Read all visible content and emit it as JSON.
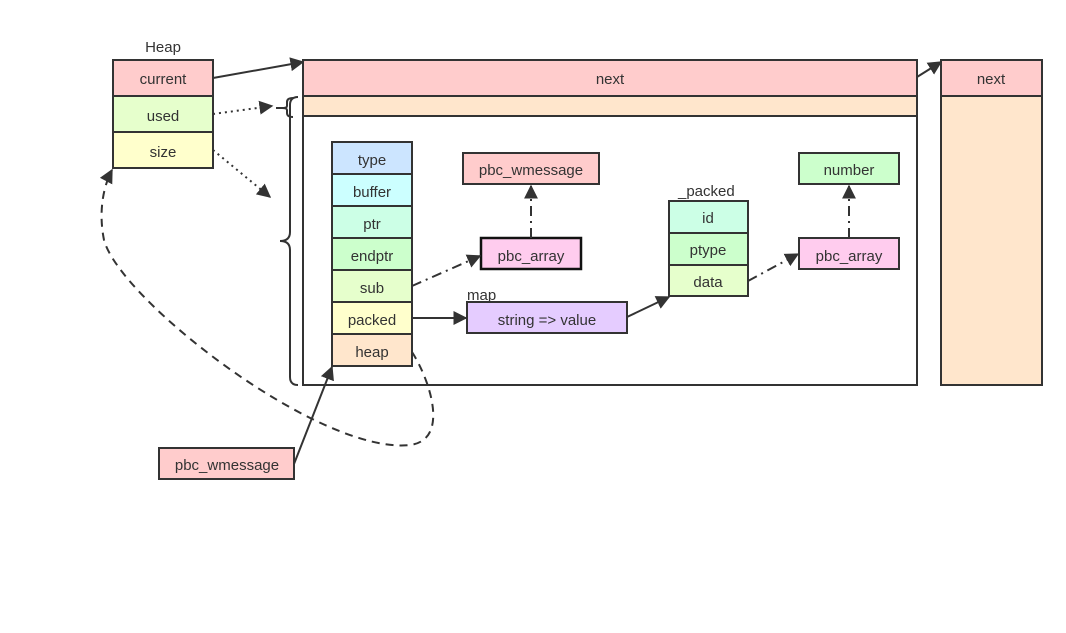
{
  "heap": {
    "title": "Heap",
    "fields": [
      {
        "label": "current",
        "color": "#ffcccc"
      },
      {
        "label": "used",
        "color": "#e6ffcc"
      },
      {
        "label": "size",
        "color": "#ffffcc"
      }
    ]
  },
  "page_block": {
    "header_label": "next",
    "header_color": "#ffcccc",
    "used_color": "#ffe6cc"
  },
  "next_block": {
    "header_label": "next",
    "header_color": "#ffcccc",
    "body_color": "#ffe6cc"
  },
  "wmessage_struct": {
    "fields": [
      {
        "label": "type",
        "color": "#cce5ff"
      },
      {
        "label": "buffer",
        "color": "#ccffff"
      },
      {
        "label": "ptr",
        "color": "#ccffe6"
      },
      {
        "label": "endptr",
        "color": "#ccffcc"
      },
      {
        "label": "sub",
        "color": "#e6ffcc"
      },
      {
        "label": "packed",
        "color": "#ffffcc"
      },
      {
        "label": "heap",
        "color": "#ffe6cc"
      }
    ]
  },
  "sub_array": {
    "label": "pbc_array",
    "color": "#ffccee"
  },
  "sub_target": {
    "label": "pbc_wmessage",
    "color": "#ffcccc"
  },
  "map": {
    "title": "map",
    "label": "string => value",
    "color": "#e5ccff"
  },
  "packed_struct": {
    "title": "_packed",
    "fields": [
      {
        "label": "id",
        "color": "#ccffe6"
      },
      {
        "label": "ptype",
        "color": "#ccffcc"
      },
      {
        "label": "data",
        "color": "#e6ffcc"
      }
    ]
  },
  "data_array": {
    "label": "pbc_array",
    "color": "#ffccee"
  },
  "number": {
    "label": "number",
    "color": "#ccffcc"
  },
  "root_message": {
    "label": "pbc_wmessage",
    "color": "#ffcccc"
  }
}
